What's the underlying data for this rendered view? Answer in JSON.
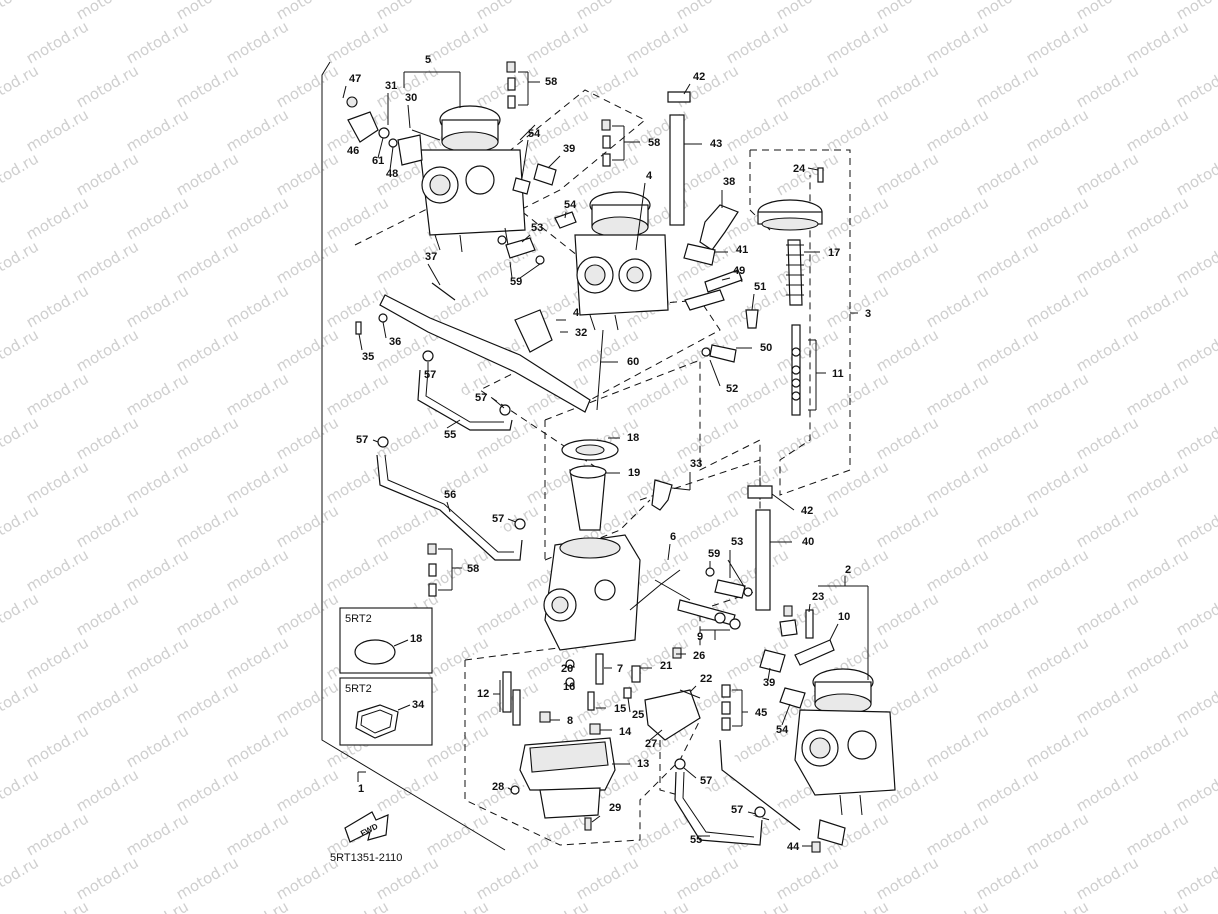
{
  "watermark": "motod.ru",
  "drawing_code": "5RT1351-2110",
  "fwd_label": "FWD",
  "inset_boxes": [
    {
      "tag": "5RT2",
      "part": "18"
    },
    {
      "tag": "5RT2",
      "part": "34"
    }
  ],
  "callouts": {
    "1": "1",
    "2": "2",
    "3": "3",
    "4": "4",
    "5": "5",
    "6": "6",
    "7": "7",
    "8": "8",
    "9": "9",
    "10": "10",
    "11": "11",
    "12": "12",
    "13": "13",
    "14": "14",
    "15": "15",
    "16": "16",
    "17": "17",
    "18": "18",
    "19": "19",
    "20": "20",
    "21": "21",
    "22": "22",
    "23": "23",
    "24": "24",
    "25": "25",
    "26": "26",
    "27": "27",
    "28": "28",
    "29": "29",
    "30": "30",
    "31": "31",
    "32": "32",
    "33": "33",
    "35": "35",
    "36": "36",
    "37": "37",
    "38": "38",
    "39": "39",
    "40": "40",
    "41": "41",
    "42": "42",
    "43": "43",
    "44": "44",
    "45": "45",
    "46": "46",
    "47": "47",
    "48": "48",
    "49": "49",
    "50": "50",
    "51": "51",
    "52": "52",
    "53": "53",
    "54": "54",
    "55": "55",
    "56": "56",
    "57": "57",
    "58": "58",
    "59": "59",
    "60": "60",
    "61": "61"
  }
}
